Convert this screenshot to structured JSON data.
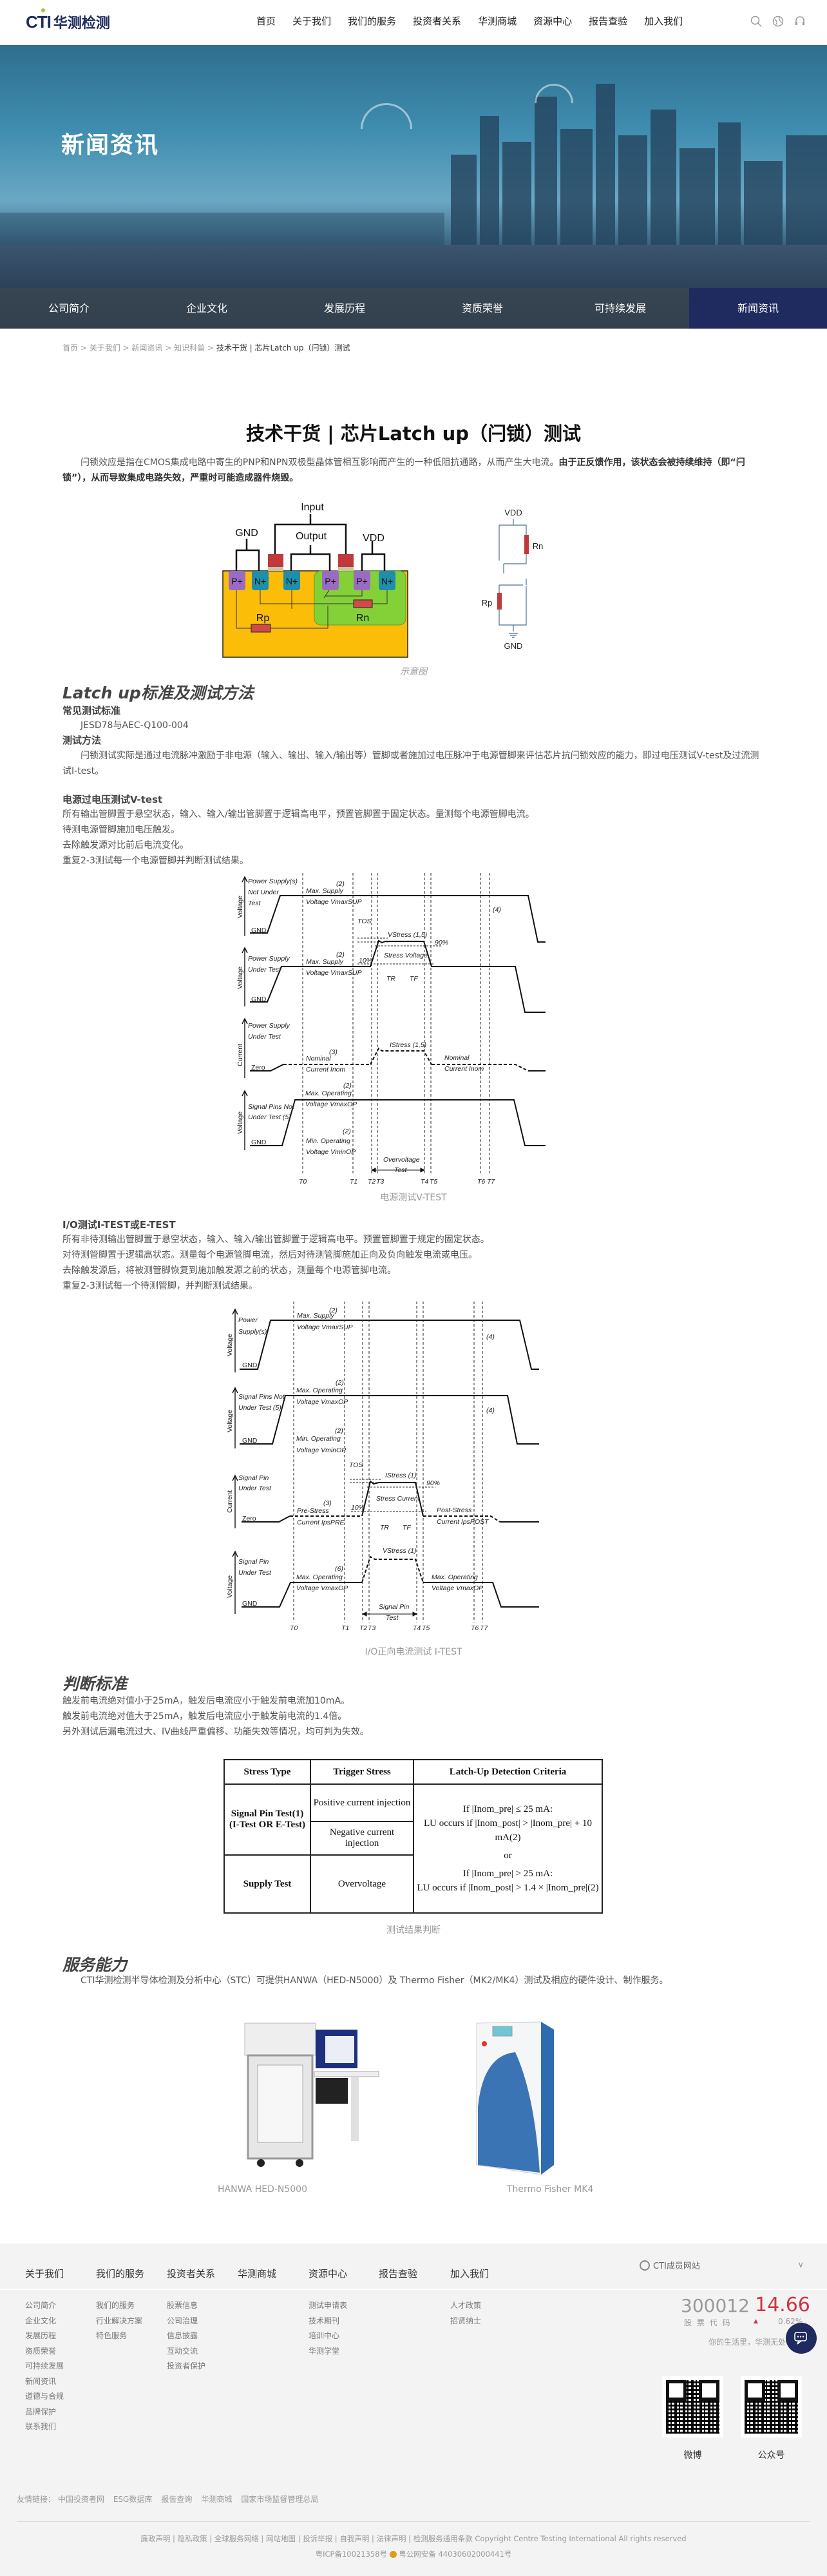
{
  "header": {
    "logo_text": "CTI",
    "logo_cn": "华测检测",
    "nav": [
      "首页",
      "关于我们",
      "我们的服务",
      "投资者关系",
      "华测商城",
      "资源中心",
      "报告查验",
      "加入我们"
    ],
    "icons": [
      "search-icon",
      "globe-icon",
      "headset-icon"
    ]
  },
  "banner": {
    "title": "新闻资讯",
    "subnav": [
      "公司简介",
      "企业文化",
      "发展历程",
      "资质荣誉",
      "可持续发展",
      "新闻资讯"
    ],
    "active_index": 5
  },
  "breadcrumb": {
    "items": [
      "首页",
      "关于我们",
      "新闻资讯",
      "知识科普"
    ],
    "current": "技术干货 | 芯片Latch up（闩锁）测试"
  },
  "article": {
    "title": "技术干货 | 芯片Latch up（闩锁）测试",
    "intro_normal": "闩锁效应是指在CMOS集成电路中寄生的PNP和NPN双极型晶体管相互影响而产生的一种低阻抗通路，从而产生大电流。",
    "intro_bold": "由于正反馈作用，该状态会被持续维持（即“闩锁”），从而导致集成电路失效，严重时可能造成器件烧毁。",
    "diagram": {
      "labels": {
        "input": "Input",
        "output": "Output",
        "gnd": "GND",
        "vdd": "VDD",
        "pplus": "P+",
        "nplus": "N+",
        "rp": "Rp",
        "rn": "Rn"
      },
      "caption": "示意图"
    },
    "section1": {
      "heading": "Latch up标准及测试方法",
      "std_label": "常见测试标准",
      "std_value": "JESD78与AEC-Q100-004",
      "method_label": "测试方法",
      "method_text": "闩锁测试实际是通过电流脉冲激励于非电源（输入、输出、输入/输出等）管脚或者施加过电压脉冲于电源管脚来评估芯片抗闩锁效应的能力，即过电压测试V-test及过流测试I-test。"
    },
    "vtest": {
      "heading": "电源过电压测试V-test",
      "steps": [
        "所有输出管脚置于悬空状态，输入、输入/输出管脚置于逻辑高电平，预置管脚置于固定状态。量测每个电源管脚电流。",
        "待测电源管脚施加电压触发。",
        "去除触发源对比前后电流变化。",
        "重复2-3测试每一个电源管脚并判断测试结果。"
      ],
      "caption": "电源测试V-TEST",
      "labels": {
        "axis_v": "Voltage",
        "axis_i": "Current",
        "p1": [
          "Power Supply(s)",
          "Not Under",
          "Test"
        ],
        "p2": [
          "Power Supply",
          "Under Test"
        ],
        "p3": [
          "Power Supply",
          "Under Test"
        ],
        "p4": [
          "Signal Pins Not",
          "Under Test (5)"
        ],
        "gnd": "GND",
        "zero": "Zero",
        "maxsup1": "Max. Supply",
        "maxsup2": "Voltage VmaxSUP",
        "note2": "(2)",
        "note3": "(3)",
        "note4": "(4)",
        "tos": "TOS",
        "vstress": "VStress (1,5)",
        "istress": "IStress (1,5)",
        "stressv": "Stress Voltage",
        "p90": "90%",
        "p10": "10%",
        "tr": "TR",
        "tf": "TF",
        "nom1": "Nominal",
        "nom2": "Current Inom",
        "maxop1": "Max. Operating",
        "maxop2": "Voltage VmaxOP",
        "minop1": "Min. Operating",
        "minop2": "Voltage VminOP",
        "ovt1": "Overvoltage",
        "ovt2": "Test",
        "t": [
          "T0",
          "T1",
          "T2",
          "T3",
          "T4",
          "T5",
          "T6",
          "T7"
        ]
      }
    },
    "itest": {
      "heading": "I/O测试I-TEST或E-TEST",
      "steps": [
        "所有非待测输出管脚置于悬空状态，输入、输入/输出管脚置于逻辑高电平。预置管脚置于规定的固定状态。",
        "对待测管脚置于逻辑高状态。测量每个电源管脚电流，然后对待测管脚施加正向及负向触发电流或电压。",
        "去除触发源后，将被测管脚恢复到施加触发源之前的状态，测量每个电源管脚电流。",
        "重复2-3测试每一个待测管脚，并判断测试结果。"
      ],
      "caption": "I/O正向电流测试 I-TEST",
      "labels": {
        "p1": [
          "Power",
          "Supply(s)"
        ],
        "p2": [
          "Signal Pins Not",
          "Under Test (5)"
        ],
        "p3": [
          "Signal Pin",
          "Under Test"
        ],
        "p4": [
          "Signal Pin",
          "Under Test"
        ],
        "note6": "(6)",
        "istress": "IStress (1)",
        "vstress": "VStress (1)",
        "stressc": "Stress Current",
        "pre1": "Pre-Stress",
        "pre2": "Current IpsPRE",
        "post1": "Post-Stress",
        "post2": "Current IpsPOST",
        "spt1": "Signal Pin",
        "spt2": "Test"
      }
    },
    "criteria": {
      "heading": "判断标准",
      "lines": [
        "触发前电流绝对值小于25mA，触发后电流应小于触发前电流加10mA。",
        "触发前电流绝对值大于25mA，触发后电流应小于触发前电流的1.4倍。",
        "另外测试后漏电流过大、IV曲线严重偏移、功能失效等情况，均可判为失效。"
      ],
      "table": {
        "headers": [
          "Stress Type",
          "Trigger Stress",
          "Latch-Up Detection Criteria"
        ],
        "signal_type": "Signal Pin Test(1)",
        "signal_type2": "(I-Test  OR  E-Test)",
        "pos": "Positive current injection",
        "neg": "Negative current injection",
        "supply_type": "Supply Test",
        "overvoltage": "Overvoltage",
        "c1": "If |Inom_pre| ≤ 25 mA:",
        "c2": "LU occurs if |Inom_post| > |Inom_pre| + 10 mA(2)",
        "or": "or",
        "c3": "If |Inom_pre| > 25 mA:",
        "c4": "LU occurs if |Inom_post| > 1.4 × |Inom_pre|(2)"
      },
      "caption": "测试结果判断"
    },
    "service": {
      "heading": "服务能力",
      "text": "CTI华测检测半导体检测及分析中心（STC）可提供HANWA（HED-N5000）及 Thermo Fisher（MK2/MK4）测试及相应的硬件设计、制作服务。",
      "equip": [
        "HANWA HED-N5000",
        "Thermo Fisher  MK4"
      ]
    }
  },
  "footer": {
    "columns": [
      {
        "title": "关于我们",
        "links": [
          "公司简介",
          "企业文化",
          "发展历程",
          "资质荣誉",
          "可持续发展",
          "新闻资讯",
          "道德与合规",
          "品牌保护",
          "联系我们"
        ]
      },
      {
        "title": "我们的服务",
        "links": [
          "我们的服务",
          "行业解决方案",
          "特色服务"
        ]
      },
      {
        "title": "投资者关系",
        "links": [
          "股票信息",
          "公司治理",
          "信息披露",
          "互动交流",
          "投资者保护"
        ]
      },
      {
        "title": "华测商城",
        "links": []
      },
      {
        "title": "资源中心",
        "links": [
          "测试申请表",
          "技术期刊",
          "培训中心",
          "华测学堂"
        ]
      },
      {
        "title": "报告查验",
        "links": []
      },
      {
        "title": "加入我们",
        "links": [
          "人才政策",
          "招贤纳士"
        ]
      }
    ],
    "member_site": "CTI成员网站",
    "stock": {
      "code": "300012",
      "code_label": "股 票 代 码",
      "price": "14.66",
      "change": "0.62%",
      "up_color": "#d0343f"
    },
    "slogan": "你的生活里，华测无处不在",
    "qr": [
      "微博",
      "公众号"
    ],
    "friendly_label": "友情链接：",
    "friendly": [
      "中国投资者网",
      "ESG数据库",
      "报告查询",
      "华测商城",
      "国家市场监督管理总局"
    ],
    "legal": [
      "廉政声明",
      "隐私政策",
      "全球服务网络",
      "网站地图",
      "投诉举报",
      "自我声明",
      "法律声明",
      "检测服务通用条款"
    ],
    "copyright": "Copyright Centre Testing International All rights reserved",
    "icp": "粤ICP备10021358号",
    "police": "粤公网安备 44030602000441号"
  }
}
